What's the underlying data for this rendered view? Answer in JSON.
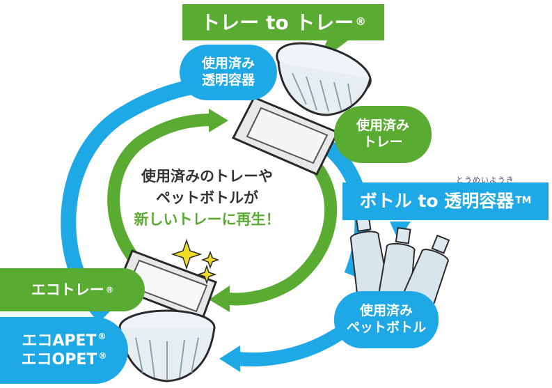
{
  "colors": {
    "green": "#5aab32",
    "blue": "#1ea9e6",
    "text_dark": "#333333"
  },
  "top_banner": {
    "main": "トレー to トレー",
    "mark": "®"
  },
  "bottle_banner": {
    "main": "ボトル to 透明容器",
    "mark": "TM",
    "ruby": "とうめいようき"
  },
  "labels": {
    "used_container": [
      "使用済み",
      "透明容器"
    ],
    "used_tray": [
      "使用済み",
      "トレー"
    ],
    "used_pet": [
      "使用済み",
      "ペットボトル"
    ],
    "eco_tray": {
      "main": "エコトレー",
      "mark": "®"
    },
    "eco_apet": {
      "main": "エコAPET",
      "mark": "®"
    },
    "eco_opet": {
      "main": "エコOPET",
      "mark": "®"
    }
  },
  "center": {
    "line1": "使用済みのトレーや",
    "line2": "ペットボトルが",
    "line3": "新しいトレーに再生！"
  },
  "icons": [
    "clear-bowl-icon",
    "used-tray-icon",
    "pet-bottle-icon",
    "new-tray-icon",
    "sparkle-icon",
    "recycle-arrow-icon"
  ]
}
